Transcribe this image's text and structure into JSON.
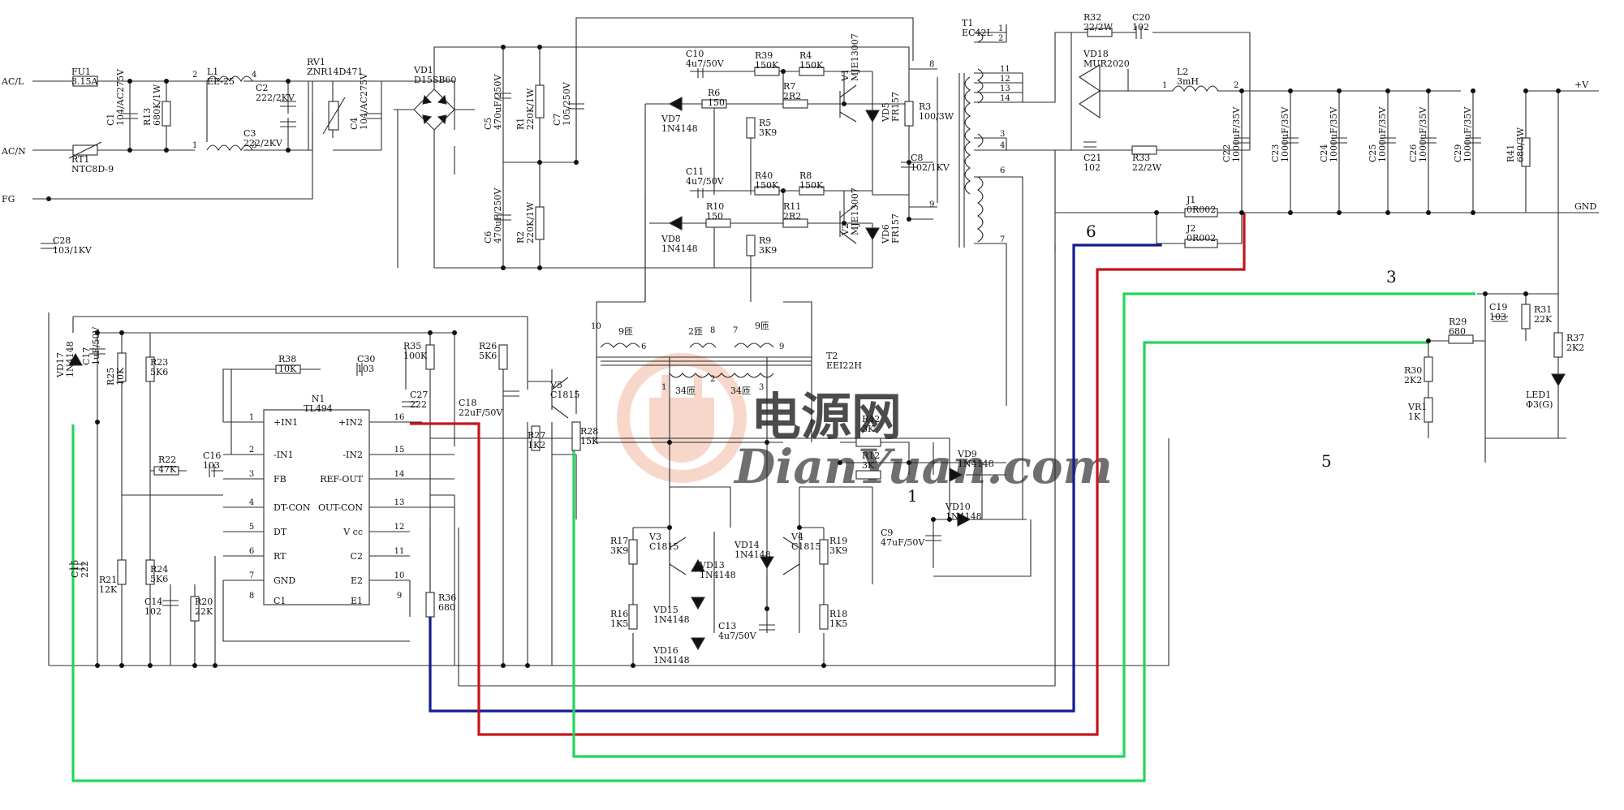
{
  "terminals": {
    "acl": "AC/L",
    "acn": "AC/N",
    "fg": "FG",
    "vplus": "+V",
    "gnd": "GND"
  },
  "parts": [
    {
      "id": "fu1",
      "ref": "FU1",
      "val": "3.15A"
    },
    {
      "id": "rt1",
      "ref": "RT1",
      "val": "NTC8D-9"
    },
    {
      "id": "c1",
      "ref": "C1",
      "val": "104/AC275V"
    },
    {
      "id": "r13",
      "ref": "R13",
      "val": "680K/1W"
    },
    {
      "id": "l1",
      "ref": "L1",
      "val": "EE-25"
    },
    {
      "id": "c2",
      "ref": "C2",
      "val": "222/2KV"
    },
    {
      "id": "c3",
      "ref": "C3",
      "val": "222/2KV"
    },
    {
      "id": "rv1",
      "ref": "RV1",
      "val": "ZNR14D471"
    },
    {
      "id": "c4",
      "ref": "C4",
      "val": "104/AC275V"
    },
    {
      "id": "vd1",
      "ref": "VD1",
      "val": "D15SB60"
    },
    {
      "id": "c5",
      "ref": "C5",
      "val": "470uF/250V"
    },
    {
      "id": "c6",
      "ref": "C6",
      "val": "470uF/250V"
    },
    {
      "id": "r1",
      "ref": "R1",
      "val": "220K/1W"
    },
    {
      "id": "r2",
      "ref": "R2",
      "val": "220K/1W"
    },
    {
      "id": "c7",
      "ref": "C7",
      "val": "105/250V"
    },
    {
      "id": "c10",
      "ref": "C10",
      "val": "4u7/50V"
    },
    {
      "id": "vd7",
      "ref": "VD7",
      "val": "1N4148"
    },
    {
      "id": "r6",
      "ref": "R6",
      "val": "150"
    },
    {
      "id": "r39",
      "ref": "R39",
      "val": "150K"
    },
    {
      "id": "r4",
      "ref": "R4",
      "val": "150K"
    },
    {
      "id": "r7",
      "ref": "R7",
      "val": "2R2"
    },
    {
      "id": "r5",
      "ref": "R5",
      "val": "3K9"
    },
    {
      "id": "v1",
      "ref": "V1",
      "val": "MJE13007"
    },
    {
      "id": "vd5",
      "ref": "VD5",
      "val": "FR157"
    },
    {
      "id": "r3",
      "ref": "R3",
      "val": "100/3W"
    },
    {
      "id": "c8",
      "ref": "C8",
      "val": "102/1KV"
    },
    {
      "id": "c11",
      "ref": "C11",
      "val": "4u7/50V"
    },
    {
      "id": "r40",
      "ref": "R40",
      "val": "150K"
    },
    {
      "id": "r8",
      "ref": "R8",
      "val": "150K"
    },
    {
      "id": "r10",
      "ref": "R10",
      "val": "150"
    },
    {
      "id": "r11",
      "ref": "R11",
      "val": "2R2"
    },
    {
      "id": "vd8",
      "ref": "VD8",
      "val": "1N4148"
    },
    {
      "id": "r9",
      "ref": "R9",
      "val": "3K9"
    },
    {
      "id": "v2",
      "ref": "V2",
      "val": "MJE13007"
    },
    {
      "id": "vd6",
      "ref": "VD6",
      "val": "FR157"
    },
    {
      "id": "t1",
      "ref": "T1",
      "val": "EC42L"
    },
    {
      "id": "r32",
      "ref": "R32",
      "val": "22/2W"
    },
    {
      "id": "c20",
      "ref": "C20",
      "val": "102"
    },
    {
      "id": "vd18",
      "ref": "VD18",
      "val": "MUR2020"
    },
    {
      "id": "l2",
      "ref": "L2",
      "val": "3mH"
    },
    {
      "id": "c21",
      "ref": "C21",
      "val": "102"
    },
    {
      "id": "r33",
      "ref": "R33",
      "val": "22/2W"
    },
    {
      "id": "c22",
      "ref": "C22",
      "val": "1000uF/35V"
    },
    {
      "id": "c23",
      "ref": "C23",
      "val": "1000uF/35V"
    },
    {
      "id": "c24",
      "ref": "C24",
      "val": "1000uF/35V"
    },
    {
      "id": "c25",
      "ref": "C25",
      "val": "1000uF/35V"
    },
    {
      "id": "c26",
      "ref": "C26",
      "val": "1000uF/35V"
    },
    {
      "id": "c29",
      "ref": "C29",
      "val": "1000uF/35V"
    },
    {
      "id": "r41",
      "ref": "R41",
      "val": "680/3W"
    },
    {
      "id": "j1",
      "ref": "J1",
      "val": "0R002"
    },
    {
      "id": "j2",
      "ref": "J2",
      "val": "0R002"
    },
    {
      "id": "c28",
      "ref": "C28",
      "val": "103/1KV"
    },
    {
      "id": "vd17",
      "ref": "VD17",
      "val": "1N4148"
    },
    {
      "id": "c17",
      "ref": "C17",
      "val": "1uF/50V"
    },
    {
      "id": "r25",
      "ref": "R25",
      "val": "10K"
    },
    {
      "id": "r23",
      "ref": "R23",
      "val": "5K6"
    },
    {
      "id": "r38",
      "ref": "R38",
      "val": "10K"
    },
    {
      "id": "c30",
      "ref": "C30",
      "val": "103"
    },
    {
      "id": "r35",
      "ref": "R35",
      "val": "100K"
    },
    {
      "id": "c27",
      "ref": "C27",
      "val": "222"
    },
    {
      "id": "r26",
      "ref": "R26",
      "val": "5K6"
    },
    {
      "id": "c18",
      "ref": "C18",
      "val": "22uF/50V"
    },
    {
      "id": "v5",
      "ref": "V5",
      "val": "C1815"
    },
    {
      "id": "r27",
      "ref": "R27",
      "val": "1K2"
    },
    {
      "id": "r28",
      "ref": "R28",
      "val": "15K"
    },
    {
      "id": "r22",
      "ref": "R22",
      "val": "47K"
    },
    {
      "id": "c16",
      "ref": "C16",
      "val": "103"
    },
    {
      "id": "c15",
      "ref": "C15",
      "val": "222"
    },
    {
      "id": "r21",
      "ref": "R21",
      "val": "12K"
    },
    {
      "id": "r24",
      "ref": "R24",
      "val": "5K6"
    },
    {
      "id": "c14",
      "ref": "C14",
      "val": "102"
    },
    {
      "id": "r20",
      "ref": "R20",
      "val": "22K"
    },
    {
      "id": "r36",
      "ref": "R36",
      "val": "680"
    },
    {
      "id": "r17",
      "ref": "R17",
      "val": "3K9"
    },
    {
      "id": "v3",
      "ref": "V3",
      "val": "C1815"
    },
    {
      "id": "vd13",
      "ref": "VD13",
      "val": "1N4148"
    },
    {
      "id": "vd14",
      "ref": "VD14",
      "val": "1N4148"
    },
    {
      "id": "v4",
      "ref": "V4",
      "val": "C1815"
    },
    {
      "id": "r19",
      "ref": "R19",
      "val": "3K9"
    },
    {
      "id": "r16",
      "ref": "R16",
      "val": "1K5"
    },
    {
      "id": "vd15",
      "ref": "VD15",
      "val": "1N4148"
    },
    {
      "id": "vd16",
      "ref": "VD16",
      "val": "1N4148"
    },
    {
      "id": "c13",
      "ref": "C13",
      "val": "4u7/50V"
    },
    {
      "id": "r18",
      "ref": "R18",
      "val": "1K5"
    },
    {
      "id": "r42",
      "ref": "R42",
      "val": "3K"
    },
    {
      "id": "r12",
      "ref": "R12",
      "val": "3K"
    },
    {
      "id": "vd9",
      "ref": "VD9",
      "val": "1N4148"
    },
    {
      "id": "vd10",
      "ref": "VD10",
      "val": "1N4148"
    },
    {
      "id": "c9",
      "ref": "C9",
      "val": "47uF/50V"
    },
    {
      "id": "t2",
      "ref": "T2",
      "val": "EEI22H"
    },
    {
      "id": "r29",
      "ref": "R29",
      "val": "680"
    },
    {
      "id": "c19",
      "ref": "C19",
      "val": "103"
    },
    {
      "id": "r31",
      "ref": "R31",
      "val": "22K"
    },
    {
      "id": "r37",
      "ref": "R37",
      "val": "2K2"
    },
    {
      "id": "r30",
      "ref": "R30",
      "val": "2K2"
    },
    {
      "id": "vr1",
      "ref": "VR1",
      "val": "1K"
    },
    {
      "id": "led1",
      "ref": "LED1",
      "val": "Φ3(G)"
    }
  ],
  "ic": {
    "ref": "N1",
    "part": "TL494",
    "left": [
      {
        "num": "1",
        "name": "+IN1"
      },
      {
        "num": "2",
        "name": "-IN1"
      },
      {
        "num": "3",
        "name": "FB"
      },
      {
        "num": "4",
        "name": "DT-CON"
      },
      {
        "num": "5",
        "name": "DT"
      },
      {
        "num": "6",
        "name": "RT"
      },
      {
        "num": "7",
        "name": "GND"
      },
      {
        "num": "8",
        "name": "C1"
      }
    ],
    "right": [
      {
        "num": "16",
        "name": "+IN2"
      },
      {
        "num": "15",
        "name": "-IN2"
      },
      {
        "num": "14",
        "name": "REF-OUT"
      },
      {
        "num": "13",
        "name": "OUT-CON"
      },
      {
        "num": "12",
        "name": "V cc"
      },
      {
        "num": "11",
        "name": "C2"
      },
      {
        "num": "10",
        "name": "E2"
      },
      {
        "num": "9",
        "name": "E1"
      }
    ]
  },
  "pins": {
    "l1": [
      "2",
      "4",
      "1",
      "3"
    ],
    "t1": [
      "1",
      "2",
      "8",
      "11",
      "12",
      "13",
      "14",
      "3",
      "4",
      "9",
      "6",
      "7"
    ],
    "t2": [
      "10",
      "6",
      "8",
      "7",
      "9",
      "1",
      "2",
      "3"
    ],
    "l2": [
      "1",
      "2"
    ],
    "t2turns": [
      "9匝",
      "2匝",
      "9匝",
      "34匝",
      "34匝"
    ]
  },
  "annotations": [
    "1",
    "6",
    "3",
    "5"
  ],
  "watermark": {
    "cn": "电源网",
    "en": "DianYuan.com"
  },
  "colors": {
    "red": "#c4151c",
    "blue": "#141c8f",
    "green": "#22d65a",
    "line": "#2a2a2a"
  }
}
